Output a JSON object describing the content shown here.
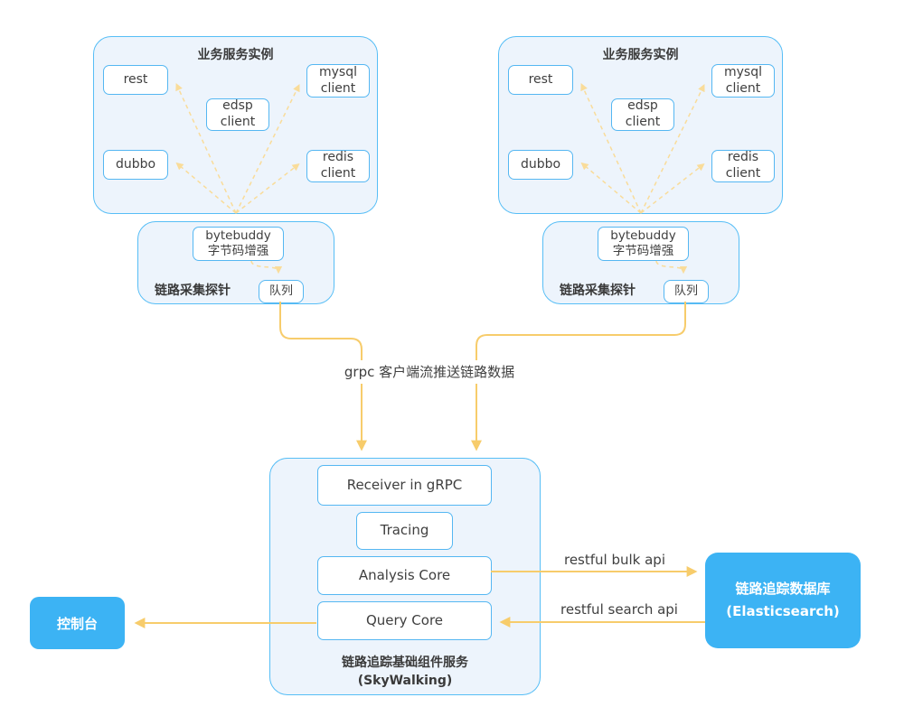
{
  "colors": {
    "panel_fill": "#edf4fc",
    "panel_border": "#57bef6",
    "node_border": "#55b7f2",
    "solid_arrow": "#f7cc6b",
    "dashed_arrow": "#f9dc9a",
    "accent_blue": "#3cb3f4",
    "text_dark": "#3f3f3f"
  },
  "service_box": {
    "title": "业务服务实例",
    "rest": "rest",
    "dubbo": "dubbo",
    "edsp": "edsp\nclient",
    "mysql": "mysql\nclient",
    "redis": "redis\nclient"
  },
  "probe_box": {
    "label": "链路采集探针",
    "bytebuddy": "bytebuddy\n字节码增强",
    "queue": "队列"
  },
  "flow": {
    "grpc_label": "grpc 客户端流推送链路数据"
  },
  "skywalking": {
    "receiver": "Receiver in gRPC",
    "tracing": "Tracing",
    "analysis": "Analysis Core",
    "query": "Query Core",
    "caption": "链路追踪基础组件服务\n(SkyWalking)"
  },
  "storage": {
    "label": "链路追踪数据库\n(Elasticsearch)"
  },
  "console": {
    "label": "控制台"
  },
  "edges": {
    "bulk": "restful bulk api",
    "search": "restful search api"
  }
}
